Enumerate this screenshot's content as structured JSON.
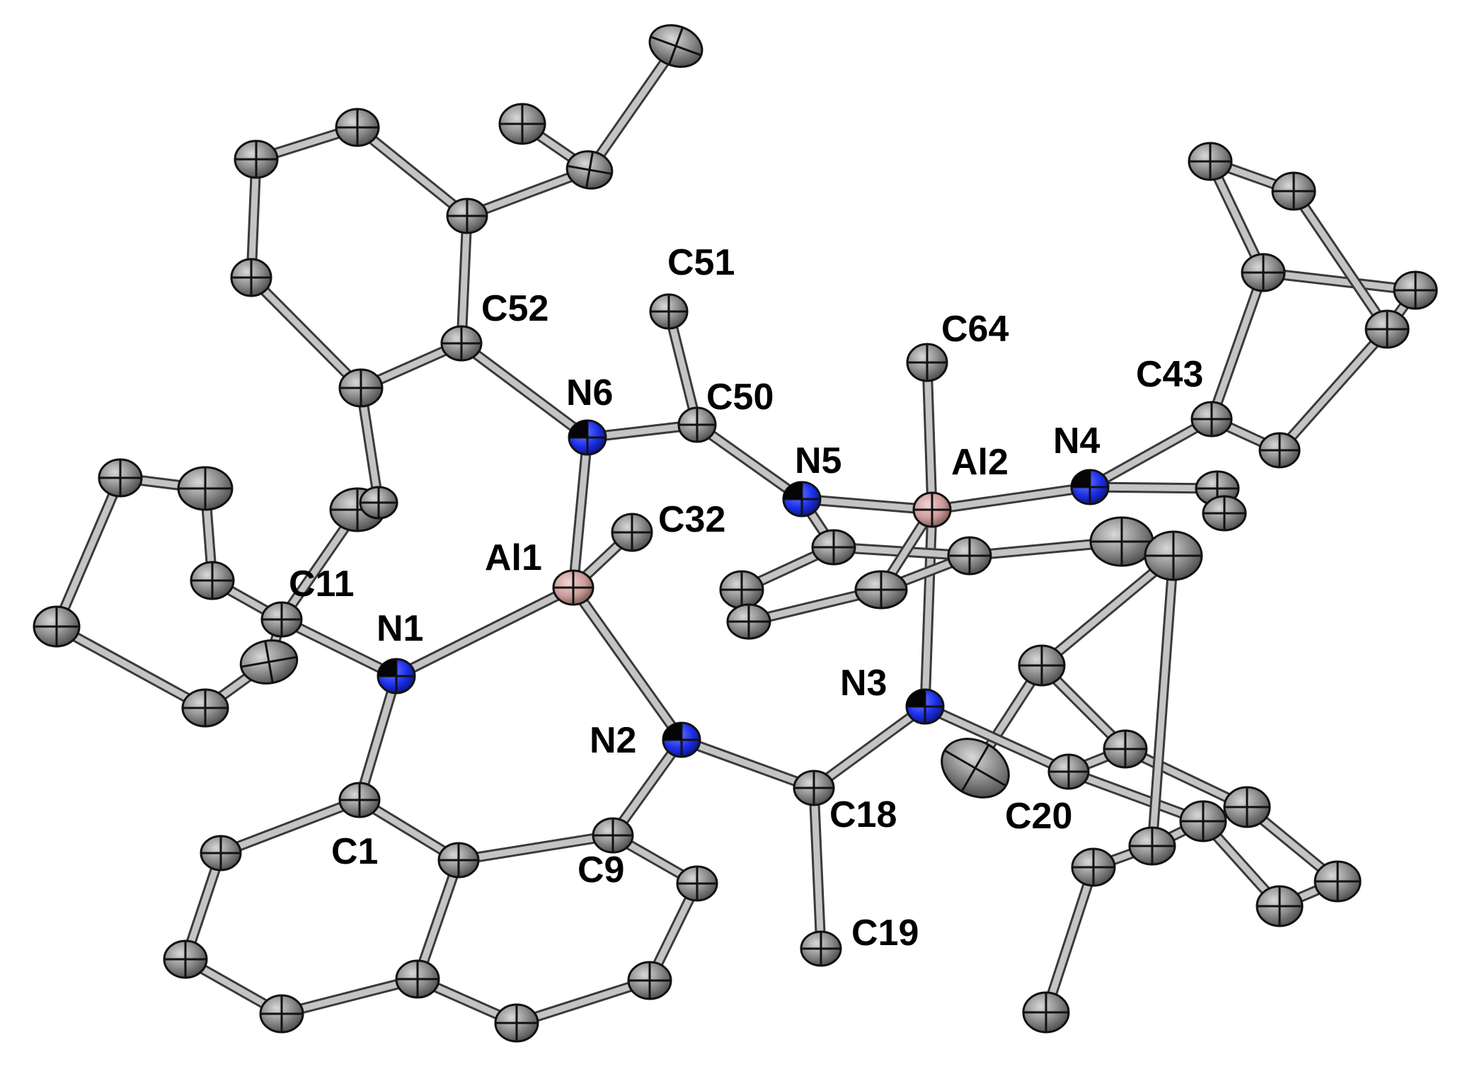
{
  "colors": {
    "carbon": "#8a8a8a",
    "nitrogen": "#1a2ee8",
    "aluminium": "#c99a98",
    "bond": "#9a9a9a",
    "label": "#000000"
  },
  "labels": {
    "C52": "C52",
    "C51": "C51",
    "N6": "N6",
    "C50": "C50",
    "C64": "C64",
    "C43": "C43",
    "N5": "N5",
    "Al2": "Al2",
    "N4": "N4",
    "C32": "C32",
    "Al1": "Al1",
    "C11": "C11",
    "N1": "N1",
    "N3": "N3",
    "N2": "N2",
    "C18": "C18",
    "C20": "C20",
    "C1": "C1",
    "C9": "C9",
    "C19": "C19"
  }
}
